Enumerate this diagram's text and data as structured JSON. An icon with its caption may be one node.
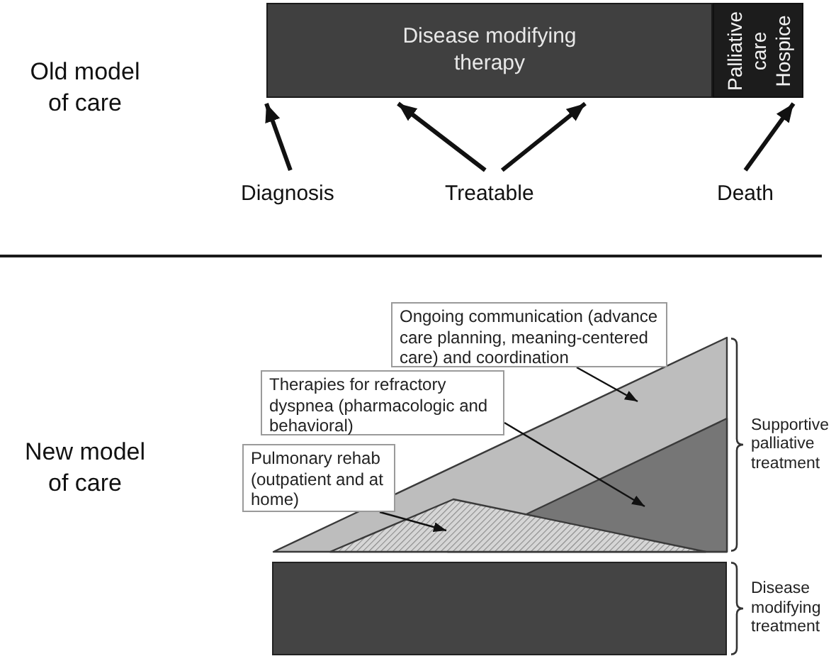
{
  "diagram": {
    "nodes": [
      {
        "text": [
          "Disease modifying therapy"
        ]
      },
      {
        "text": [
          "Palliative care",
          "Hospice"
        ]
      },
      {
        "text": [
          "Diagnosis"
        ]
      },
      {
        "text": [
          "Treatable"
        ]
      },
      {
        "text": [
          "Death"
        ]
      },
      {
        "text": [
          "Ongoing communication (advance care planning, meaning-centered care) and coordination"
        ]
      },
      {
        "text": [
          "Therapies for refractory dyspnea (pharmacologic and behavioral)"
        ]
      },
      {
        "text": [
          "Pulmonary rehab (outpatient and at home)"
        ]
      },
      {
        "text": [],
        "shape": "triangle",
        "beside": [
          "Supportive palliative treatment"
        ]
      },
      {
        "text": [],
        "shape": "triangle",
        "in": 8
      },
      {
        "text": [],
        "shape": "triangle",
        "in": 8
      },
      {
        "text": [],
        "shape": "bar",
        "beside": [
          "Disease modifying treatment"
        ]
      }
    ],
    "edges": [
      {
        "from": 2,
        "to": 0,
        "arrow": "to"
      },
      {
        "from": 3,
        "to": 0,
        "arrow": "to"
      },
      {
        "from": 3,
        "to": 0,
        "arrow": "to"
      },
      {
        "from": 4,
        "to": 1,
        "arrow": "to"
      },
      {
        "from": 5,
        "to": 8,
        "arrow": "to"
      },
      {
        "from": 6,
        "to": 9,
        "arrow": "to"
      },
      {
        "from": 7,
        "to": 10,
        "arrow": "to"
      }
    ],
    "labels": [
      "Old model of care",
      "New model of care"
    ]
  }
}
